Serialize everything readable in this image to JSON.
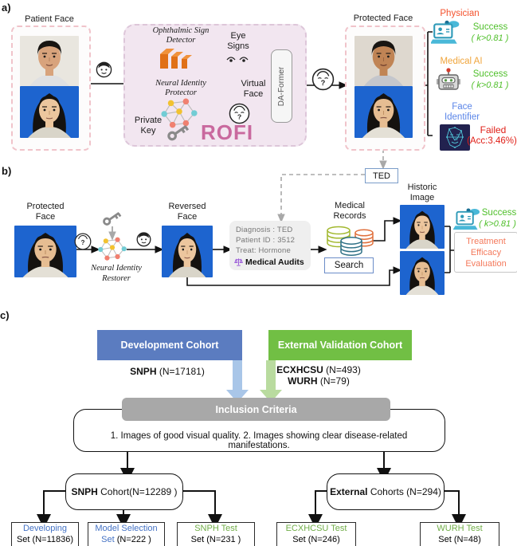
{
  "panel_a": {
    "label": "a)",
    "patient_face_title": "Patient Face",
    "rofi": {
      "detector_1": "Ophthalmic Sign",
      "detector_2": "Detector",
      "eye_signs_1": "Eye",
      "eye_signs_2": "Signs",
      "protector_1": "Neural Identity",
      "protector_2": "Protector",
      "virtual_face_1": "Virtual",
      "virtual_face_2": "Face",
      "private_key_1": "Private",
      "private_key_2": "Key",
      "daformer": "DA-Former",
      "title": "ROFI"
    },
    "protected_face_title": "Protected Face",
    "physician": {
      "label": "Physician",
      "result": "Success",
      "metric": "( k>0.81 )"
    },
    "medical_ai": {
      "label": "Medical AI",
      "result": "Success",
      "metric": "( k>0.81 )"
    },
    "face_identifier": {
      "label_1": "Face",
      "label_2": "Identifier",
      "result": "Failed",
      "metric": "(Acc:3.46%)"
    }
  },
  "ted_label": "TED",
  "panel_b": {
    "label": "b)",
    "protected_face_1": "Protected",
    "protected_face_2": "Face",
    "restorer_1": "Neural Identity",
    "restorer_2": "Restorer",
    "reversed_face_1": "Reversed",
    "reversed_face_2": "Face",
    "record": {
      "diagnosis": "Diagnosis : TED",
      "patient_id": "Patient ID : 3512",
      "treat": "Treat: Hormone",
      "audits": "Medical Audits"
    },
    "medical_records_1": "Medical",
    "medical_records_2": "Records",
    "search_label": "Search",
    "historic_1": "Historic",
    "historic_2": "Image",
    "success": {
      "result": "Success",
      "metric": "( k>0.81 )"
    },
    "evaluation_1": "Treatment",
    "evaluation_2": "Efficacy",
    "evaluation_3": "Evaluation"
  },
  "panel_c": {
    "label": "c)",
    "dev_cohort_title": "Development Cohort",
    "dev_source": {
      "bold": "SNPH",
      "rest": " (N=17181)"
    },
    "ext_cohort_title": "External Validation Cohort",
    "ext_source_1": {
      "bold": "ECXHCSU",
      "rest": " (N=493)"
    },
    "ext_source_2": {
      "bold": "WURH",
      "rest": " (N=79)"
    },
    "inclusion_title": "Inclusion Criteria",
    "inclusion_text": "1. Images of good visual quality. 2. Images showing clear disease-related manifestations.",
    "snph_cohort": {
      "bold": "SNPH",
      "rest": " Cohort(N=12289 )"
    },
    "external_cohort": {
      "bold": "External",
      "rest": " Cohorts (N=294)"
    },
    "leaves": [
      {
        "top": "Developing",
        "bottom": "Set (N=11836)"
      },
      {
        "top": "Model Selection",
        "bottom_set": "Set ",
        "bottom_rest": "(N=222 )"
      },
      {
        "top": "SNPH Test",
        "bottom": "Set (N=231 )"
      },
      {
        "top": "ECXHCSU Test",
        "bottom": "Set (N=246)"
      },
      {
        "top": "WURH Test",
        "bottom": "Set (N=48)"
      }
    ]
  },
  "colors": {
    "physician": "#f4512c",
    "medical_ai": "#f0a53c",
    "face_identifier": "#5a85e8",
    "success_green": "#4fbf2a",
    "failed_red": "#e02018",
    "rofi_pink": "#c9699e",
    "evaluation_coral": "#f4795b",
    "dev_cohort_bg": "#5b7cc0",
    "ext_cohort_bg": "#71bf44",
    "criteria_bg": "#a8a8a8",
    "leaf_blue": "#4472c4",
    "leaf_green": "#70ad47"
  },
  "icons": {
    "face-icon": "plain cartoon face",
    "face-question-icon": "anonymized face with question mark",
    "cnn-icon": "orange stacked network layers",
    "network-icon": "colored graph nodes",
    "key-icon": "gray key",
    "eyes-icon": "pair of eyes",
    "physician-laptop-icon": "teal laptop with clinician",
    "robot-icon": "medical AI robot head",
    "face-recognition-icon": "dark panel with cyan face mesh",
    "database-icon": "stacked database cylinders",
    "scales-icon": "purple audit scales"
  }
}
